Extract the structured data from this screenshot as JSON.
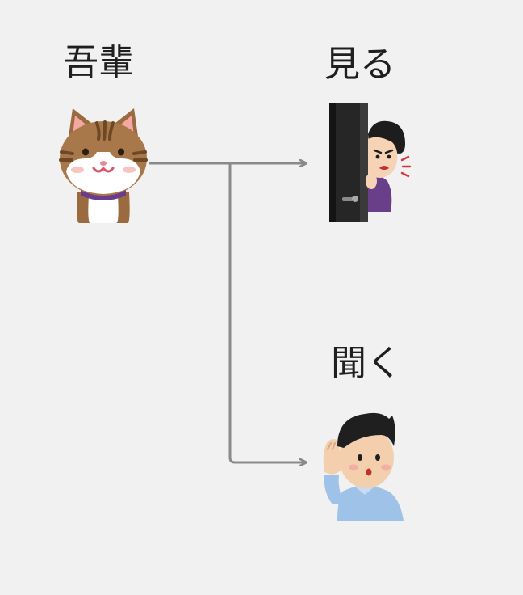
{
  "subject": {
    "label": "吾輩",
    "icon": "cat-icon"
  },
  "actions": [
    {
      "id": "see",
      "label": "見る",
      "icon": "peeking-person-icon"
    },
    {
      "id": "hear",
      "label": "聞く",
      "icon": "listening-person-icon"
    }
  ],
  "colors": {
    "background": "#f1f1f1",
    "arrow": "#8a8a8a",
    "text": "#1f1f1f"
  }
}
